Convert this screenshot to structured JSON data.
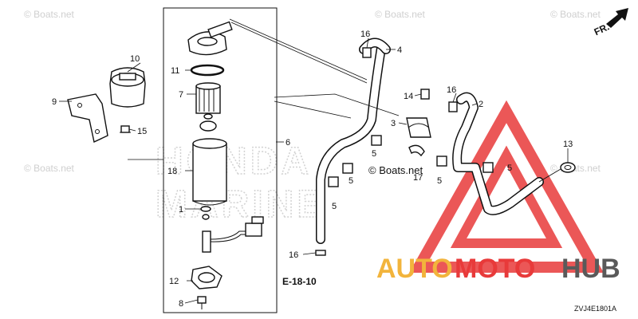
{
  "watermarks": {
    "tl": "© Boats.net",
    "tc": "© Boats.net",
    "tr": "© Boats.net",
    "ml": "© Boats.net",
    "mc": "© Boats.net",
    "mr": "© Boats.net"
  },
  "background_brand": {
    "line1": "HONDA",
    "line2": "MARINE"
  },
  "direction_marker": "FR.",
  "reference": "E-18-10",
  "diagram_code": "ZVJ4E1801A",
  "overlay_logo": {
    "part1": "AUTO",
    "part2": "MOTO",
    "part3": "HUB",
    "color1": "#f2b43c",
    "color2": "#e83a3a",
    "color3": "#5a5a5a"
  },
  "callouts": {
    "c1": "1",
    "c2": "2",
    "c3": "3",
    "c4": "4",
    "c5a": "5",
    "c5b": "5",
    "c5c": "5",
    "c5d": "5",
    "c5e": "5",
    "c6": "6",
    "c7": "7",
    "c8": "8",
    "c9": "9",
    "c10": "10",
    "c11": "11",
    "c12": "12",
    "c13": "13",
    "c14": "14",
    "c15": "15",
    "c16a": "16",
    "c16b": "16",
    "c16c": "16",
    "c17": "17",
    "c18": "18"
  }
}
